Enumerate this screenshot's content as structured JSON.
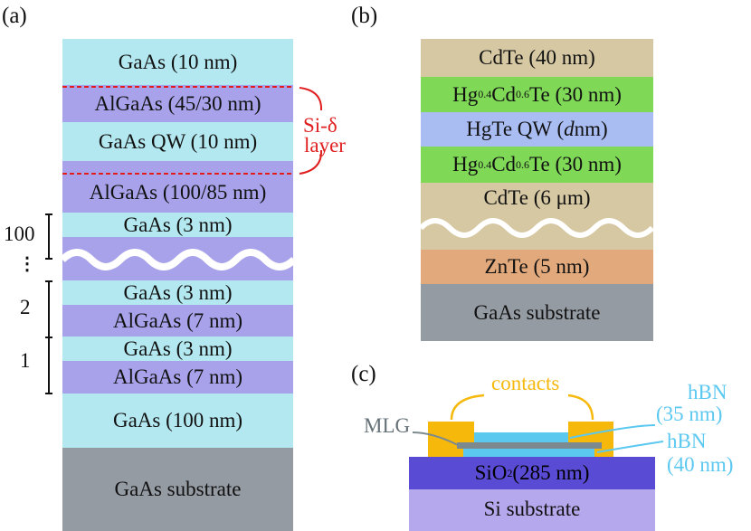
{
  "panels": {
    "a": "(a)",
    "b": "(b)",
    "c": "(c)"
  },
  "colors": {
    "gaas": "#b3e8f0",
    "algaas": "#a7a2ea",
    "substrate": "#959ba3",
    "cdte": "#d6c8a2",
    "hgcdte": "#7fd957",
    "hgte": "#a9bdf3",
    "znte": "#e2aa7c",
    "red": "#e02020",
    "orange": "#f5b80b",
    "cyan": "#5bc8f0",
    "sio2": "#5a4bd4",
    "si": "#b6a8ec",
    "mlg": "#7c8a90"
  },
  "panel_a": {
    "layers": [
      "GaAs (10 nm)",
      "AlGaAs (45/30 nm)",
      "GaAs QW (10 nm)",
      "AlGaAs (100/85 nm)",
      "GaAs (3 nm)",
      "GaAs (3 nm)",
      "AlGaAs (7 nm)",
      "GaAs (3 nm)",
      "AlGaAs (7 nm)",
      "GaAs (100 nm)",
      "GaAs substrate"
    ],
    "si_delta": {
      "line1": "Si-δ",
      "line2": "layer"
    },
    "repeat_labels": {
      "top": "100",
      "dots": "⋮",
      "second": "2",
      "first": "1"
    }
  },
  "panel_b": {
    "layers": {
      "cdte_top": "CdTe (40 nm)",
      "hgcdte_top": {
        "pre": "Hg",
        "sub1": "0.4",
        "mid": "Cd",
        "sub2": "0.6",
        "post": "Te (30 nm)"
      },
      "hgte_qw": {
        "pre": "HgTe QW (",
        "italic": "d",
        "post": " nm)"
      },
      "hgcdte_bottom": {
        "pre": "Hg",
        "sub1": "0.4",
        "mid": "Cd",
        "sub2": "0.6",
        "post": "Te (30 nm)"
      },
      "cdte_buffer": "CdTe (6 μm)",
      "znte": "ZnTe (5 nm)",
      "substrate": "GaAs substrate"
    }
  },
  "panel_c": {
    "contacts": "contacts",
    "mlg": "MLG",
    "hbn_top": {
      "name": "hBN",
      "thickness": "(35 nm)"
    },
    "hbn_bottom": {
      "name": "hBN",
      "thickness": "(40 nm)"
    },
    "sio2": {
      "pre": "SiO",
      "sub": "2",
      "post": " (285 nm)"
    },
    "si_substrate": "Si substrate"
  }
}
